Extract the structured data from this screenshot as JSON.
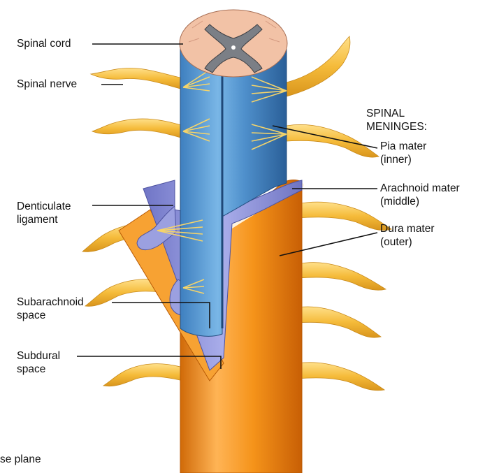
{
  "labels": {
    "spinal_cord": "Spinal cord",
    "spinal_nerve": "Spinal nerve",
    "spinal_meninges": [
      "SPINAL",
      "MENINGES:"
    ],
    "pia_mater": [
      "Pia mater",
      "(inner)"
    ],
    "arachnoid_mater": [
      "Arachnoid mater",
      "(middle)"
    ],
    "dura_mater": [
      "Dura mater",
      "(outer)"
    ],
    "denticulate_ligament": [
      "Denticulate",
      "ligament"
    ],
    "subarachnoid_space": [
      "Subarachnoid",
      "space"
    ],
    "subdural_space": [
      "Subdural",
      "space"
    ],
    "transverse_plane": "se plane"
  },
  "colors": {
    "nerve": "#f2b634",
    "nerve_highlight": "#ffd978",
    "pia": "#5d9fd6",
    "pia_dark": "#2f6da8",
    "arachnoid": "#8d92d6",
    "dura": "#f59a1c",
    "dura_dark": "#d9700c",
    "cord_tissue": "#f2c2a6",
    "grey_matter": "#7b7f86",
    "leader": "#111111"
  }
}
